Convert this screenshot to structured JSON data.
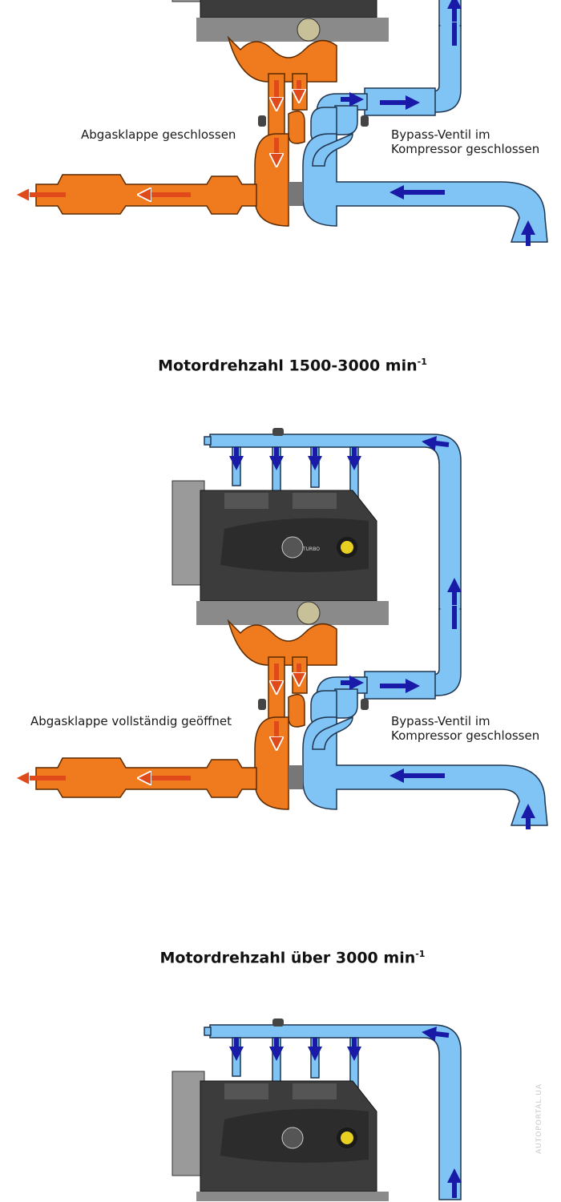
{
  "colors": {
    "exhaust": "#f07a1e",
    "intake": "#7fc4f5",
    "arrow_blue": "#1a1aa8",
    "arrow_red": "#e04a1a",
    "engine": "#3a3a3a"
  },
  "diagrams": [
    {
      "exhaust_flap_label": "Abgasklappe geschlossen",
      "bypass_label_1": "Bypass-Ventil im",
      "bypass_label_2": "Kompressor geschlossen"
    },
    {
      "title": "Motordrehzahl  1500-3000 min",
      "title_sup": "-1",
      "exhaust_flap_label": "Abgasklappe vollständig geöffnet",
      "bypass_label_1": "Bypass-Ventil im",
      "bypass_label_2": "Kompressor geschlossen"
    },
    {
      "title": "Motordrehzahl über 3000 min",
      "title_sup": "-1"
    }
  ],
  "engine_badge": "TURBO",
  "watermark": "AUTOPORTAL.UA"
}
